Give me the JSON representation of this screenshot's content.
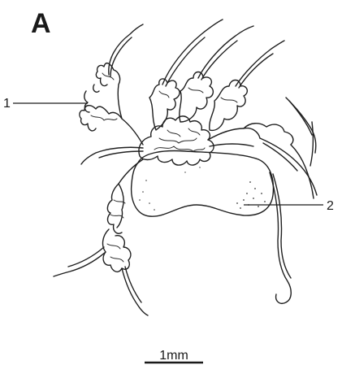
{
  "figure": {
    "panel_label": "A",
    "callouts": [
      {
        "label": "1"
      },
      {
        "label": "2"
      }
    ],
    "scale_bar": {
      "label": "1mm"
    },
    "colors": {
      "ink": "#1f1f1f",
      "background": "#ffffff"
    }
  }
}
